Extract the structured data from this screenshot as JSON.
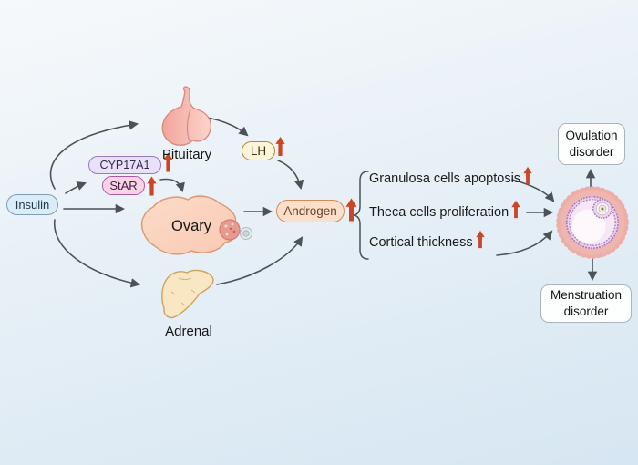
{
  "nodes": {
    "insulin": "Insulin",
    "cyp17a1": "CYP17A1",
    "star": "StAR",
    "lh": "LH",
    "androgen": "Androgen"
  },
  "organs": {
    "pituitary": "Pituitary",
    "ovary": "Ovary",
    "adrenal": "Adrenal"
  },
  "effects": [
    {
      "label": "Granulosa cells apoptosis",
      "direction": "up"
    },
    {
      "label": "Theca cells proliferation",
      "direction": "up"
    },
    {
      "label": "Cortical thickness",
      "direction": "up"
    }
  ],
  "outcomes": {
    "top": "Ovulation disorder",
    "bottom": "Menstruation disorder"
  },
  "icons": {
    "up_arrow": "increase"
  },
  "colors": {
    "background_top": "#f6f9fb",
    "background_bottom": "#d6e6f2",
    "arrow_gray": "#4b5258",
    "increase_red": "#c94627",
    "insulin_fill": "#d9ecf8",
    "cyp17a1_fill": "#e9e1f9",
    "star_fill": "#fbd3e7",
    "lh_fill": "#fdf5da",
    "androgen_fill": "#fcdfc9",
    "pituitary_fill": "#f6b3aa",
    "ovary_fill": "#fbd3be",
    "adrenal_fill": "#f9e7c3",
    "follicle_outer": "#eeb6ae",
    "follicle_granulosa": "#a87cbc"
  }
}
